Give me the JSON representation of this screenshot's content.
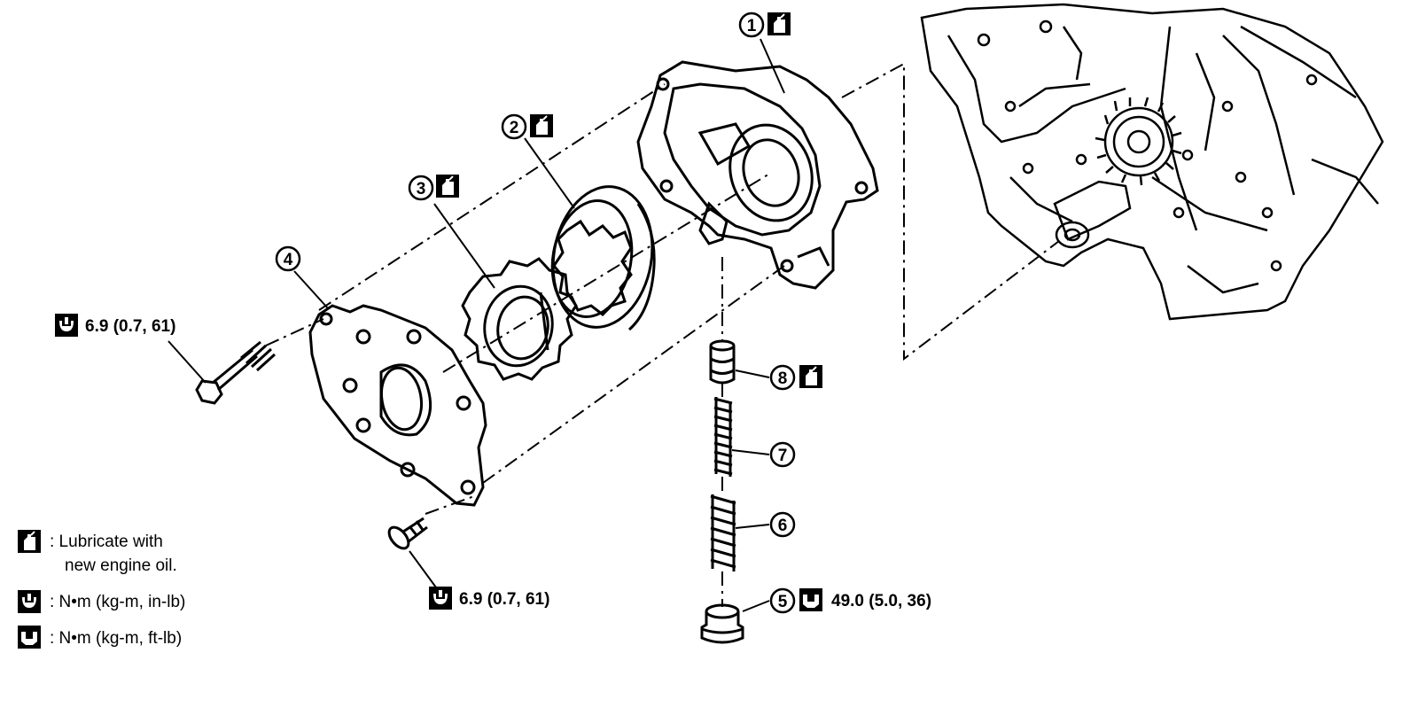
{
  "callouts": [
    {
      "number": "1",
      "lubricate": true
    },
    {
      "number": "2",
      "lubricate": true
    },
    {
      "number": "3",
      "lubricate": true
    },
    {
      "number": "4",
      "lubricate": false
    },
    {
      "number": "5",
      "lubricate": false
    },
    {
      "number": "6",
      "lubricate": false
    },
    {
      "number": "7",
      "lubricate": false
    },
    {
      "number": "8",
      "lubricate": true
    }
  ],
  "torques": {
    "bolt_upper": "6.9 (0.7, 61)",
    "bolt_lower": "6.9 (0.7, 61)",
    "plug": "49.0 (5.0, 36)"
  },
  "legend": {
    "lubricate_line1": ": Lubricate with",
    "lubricate_line2": "new engine oil.",
    "torque_inlb": ": N•m (kg-m, in-lb)",
    "torque_ftlb": ": N•m (kg-m, ft-lb)"
  },
  "icons": {
    "oil_can": "oil-can-icon",
    "torque_inlb": "torque-wrench-icon",
    "torque_ftlb": "torque-wrench-ftlb-icon"
  },
  "colors": {
    "ink": "#000000",
    "paper": "#ffffff"
  }
}
